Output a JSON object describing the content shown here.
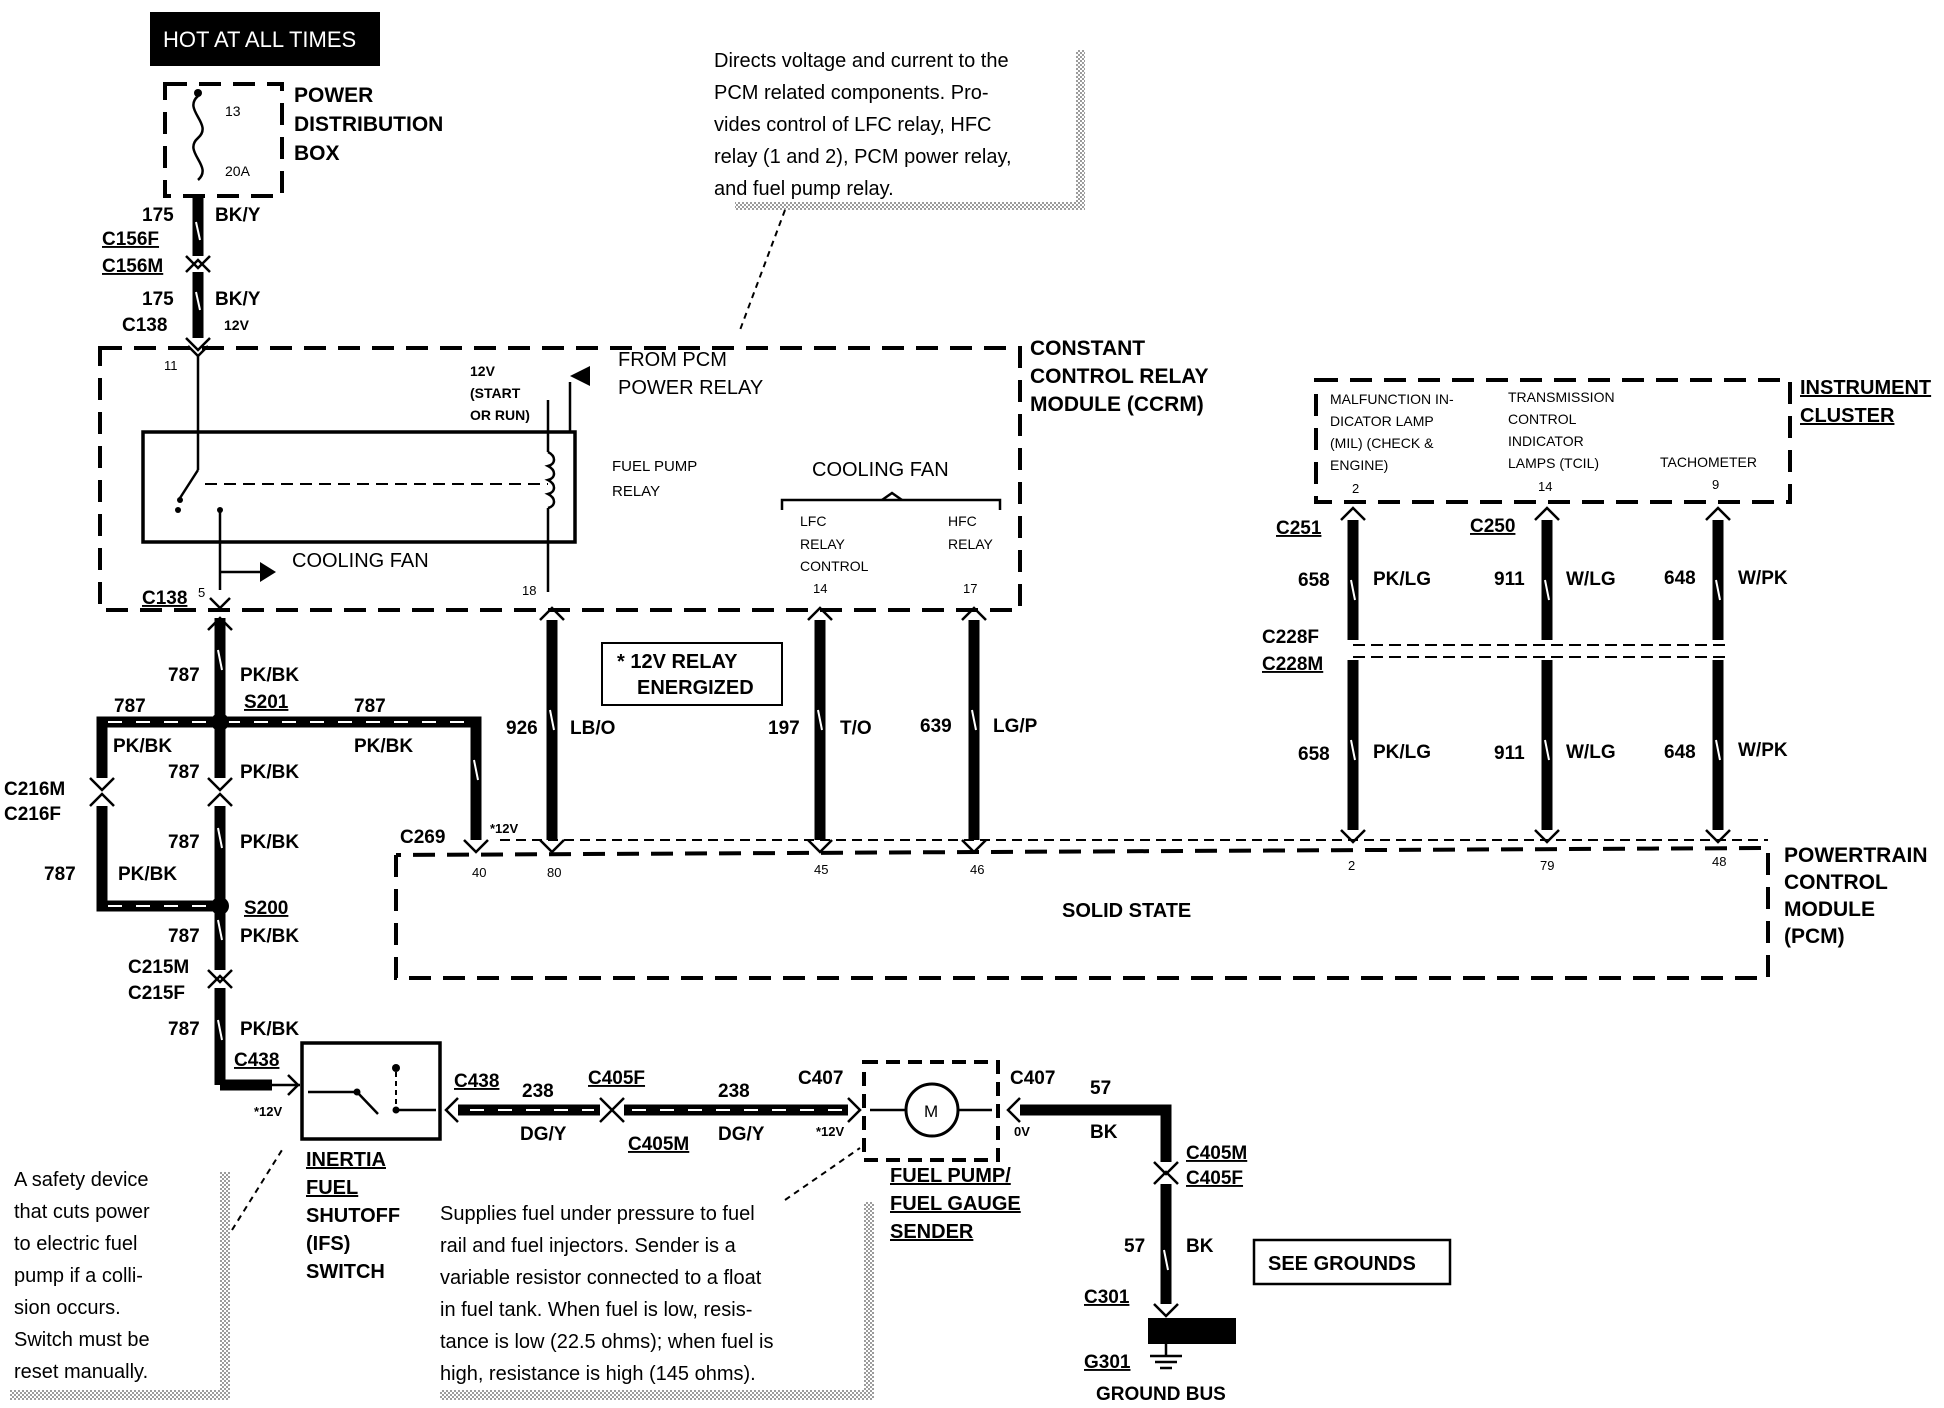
{
  "hot_label": "HOT AT ALL TIMES",
  "pdb": {
    "label1": "POWER",
    "label2": "DISTRIBUTION",
    "label3": "BOX",
    "fuse_num": "13",
    "fuse_rating": "20A"
  },
  "wires_top": {
    "circ1": "175",
    "color1": "BK/Y",
    "c156f": "C156F",
    "c156m": "C156M",
    "circ2": "175",
    "color2": "BK/Y",
    "c138": "C138",
    "volt": "12V"
  },
  "callout_top": {
    "l1": "Directs voltage and current to the",
    "l2": "PCM related components. Pro-",
    "l3": "vides control of LFC relay, HFC",
    "l4": "relay (1 and 2), PCM power relay,",
    "l5": "and fuel pump relay."
  },
  "ccrm": {
    "label1": "CONSTANT",
    "label2": "CONTROL RELAY",
    "label3": "MODULE (CCRM)",
    "pin11": "11",
    "pin5": "5",
    "pin18": "18",
    "pin14": "14",
    "pin17": "17",
    "start_run1": "12V",
    "start_run2": "(START",
    "start_run3": "OR RUN)",
    "from_pcm1": "FROM PCM",
    "from_pcm2": "POWER RELAY",
    "fp_relay1": "FUEL PUMP",
    "fp_relay2": "RELAY",
    "cooling_fan": "COOLING FAN",
    "cooling_fan2": "COOLING FAN",
    "lfc1": "LFC",
    "lfc2": "RELAY",
    "lfc3": "CONTROL",
    "hfc1": "HFC",
    "hfc2": "RELAY"
  },
  "energized_note1": "* 12V RELAY",
  "energized_note2": "ENERGIZED",
  "left_wiring": {
    "c138": "C138",
    "c787a": "787",
    "pkbk1": "PK/BK",
    "s201": "S201",
    "c787b": "787",
    "c787c": "787",
    "pkbk2": "PK/BK",
    "pkbk3": "PK/BK",
    "c787d": "787",
    "pkbk4": "PK/BK",
    "c216m": "C216M",
    "c216f": "C216F",
    "c787e": "787",
    "pkbk5": "PK/BK",
    "c787f": "787",
    "pkbk6": "PK/BK",
    "s200": "S200",
    "c787g": "787",
    "pkbk7": "PK/BK",
    "c215m": "C215M",
    "c215f": "C215F",
    "c787h": "787",
    "pkbk8": "PK/BK",
    "c438": "C438",
    "volt_ifs": "*12V",
    "c269": "C269",
    "volt_c269": "*12V"
  },
  "mid_wires": {
    "c926": "926",
    "lbo": "LB/O",
    "c197": "197",
    "to": "T/O",
    "c639": "639",
    "lgp": "LG/P"
  },
  "pcm": {
    "label1": "POWERTRAIN",
    "label2": "CONTROL",
    "label3": "MODULE",
    "label4": "(PCM)",
    "solid_state": "SOLID STATE",
    "pin40": "40",
    "pin80": "80",
    "pin45": "45",
    "pin46": "46",
    "pin2": "2",
    "pin79": "79",
    "pin48": "48"
  },
  "cluster": {
    "label1": "INSTRUMENT",
    "label2": "CLUSTER",
    "mil1": "MALFUNCTION IN-",
    "mil2": "DICATOR LAMP",
    "mil3": "(MIL) (CHECK &",
    "mil4": "ENGINE)",
    "mil_pin": "2",
    "tcil1": "TRANSMISSION",
    "tcil2": "CONTROL",
    "tcil3": "INDICATOR",
    "tcil4": "LAMPS (TCIL)",
    "tcil_pin": "14",
    "tach": "TACHOMETER",
    "tach_pin": "9"
  },
  "right_wires": {
    "c251": "C251",
    "c250": "C250",
    "c228f": "C228F",
    "c228m": "C228M",
    "c658a": "658",
    "pklg1": "PK/LG",
    "c911a": "911",
    "wlg1": "W/LG",
    "c648a": "648",
    "wpk1": "W/PK",
    "c658b": "658",
    "pklg2": "PK/LG",
    "c911b": "911",
    "wlg2": "W/LG",
    "c648b": "648",
    "wpk2": "W/PK"
  },
  "bottom": {
    "c438b": "C438",
    "c238a": "238",
    "c405f": "C405F",
    "dgy1": "DG/Y",
    "c405m": "C405M",
    "c238b": "238",
    "dgy2": "DG/Y",
    "c407a": "C407",
    "volt_pump": "*12V",
    "c407b": "C407",
    "volt_0v": "0V",
    "c57a": "57",
    "bka": "BK",
    "c405m2": "C405M",
    "c405f2": "C405F",
    "c57b": "57",
    "bkb": "BK",
    "c301": "C301",
    "g301": "G301",
    "ground_bus": "GROUND BUS",
    "see_grounds": "SEE GROUNDS",
    "ifs1": "INERTIA",
    "ifs2": "FUEL",
    "ifs3": "SHUTOFF",
    "ifs4": "(IFS)",
    "ifs5": "SWITCH",
    "pump1": "FUEL PUMP/",
    "pump2": "FUEL GAUGE",
    "pump3": "SENDER",
    "motor": "M"
  },
  "callout_ifs": {
    "l1": "A safety device",
    "l2": "that cuts power",
    "l3": "to electric fuel",
    "l4": "pump if a colli-",
    "l5": "sion occurs.",
    "l6": "Switch must be",
    "l7": "reset manually."
  },
  "callout_pump": {
    "l1": "Supplies fuel under pressure to fuel",
    "l2": "rail and fuel injectors.  Sender is a",
    "l3": "variable resistor connected to a float",
    "l4": "in fuel tank.  When fuel is low, resis-",
    "l5": "tance is low (22.5 ohms); when fuel is",
    "l6": "high, resistance is high (145 ohms)."
  }
}
